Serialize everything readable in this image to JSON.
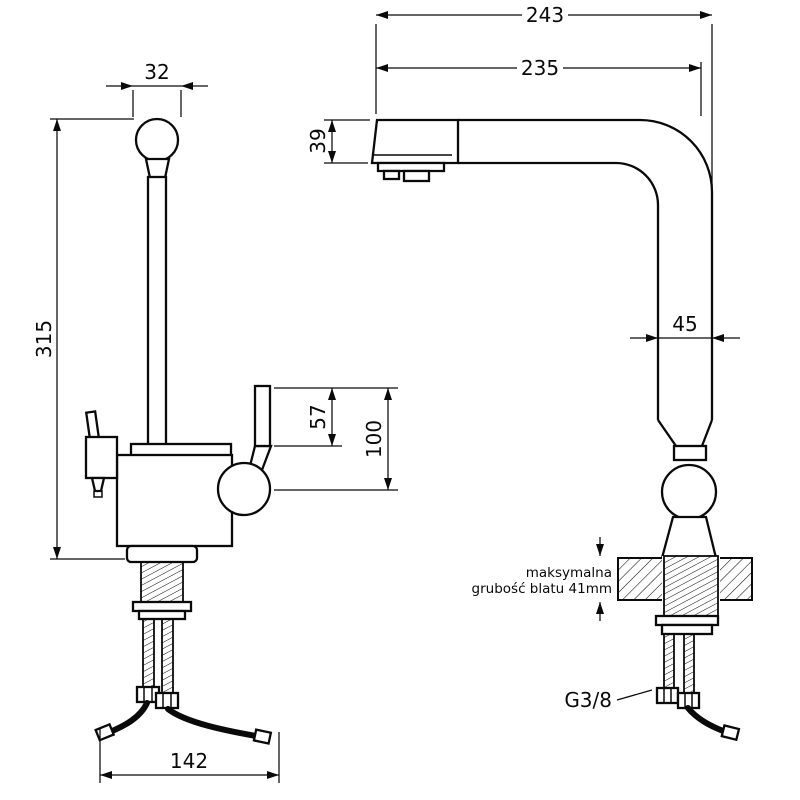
{
  "front_view": {
    "dim_head_width": "32",
    "dim_total_height": "315",
    "dim_handle_height": "57",
    "dim_body_height": "100",
    "dim_base_width": "142"
  },
  "side_view": {
    "dim_overall_depth": "243",
    "dim_spout_reach": "235",
    "dim_spout_height": "39",
    "dim_column_width": "45",
    "counter_note_line1": "maksymalna",
    "counter_note_line2": "grubość blatu 41mm",
    "thread_label": "G3/8"
  },
  "colors": {
    "ink": "#0a0a0a",
    "background": "#ffffff"
  }
}
